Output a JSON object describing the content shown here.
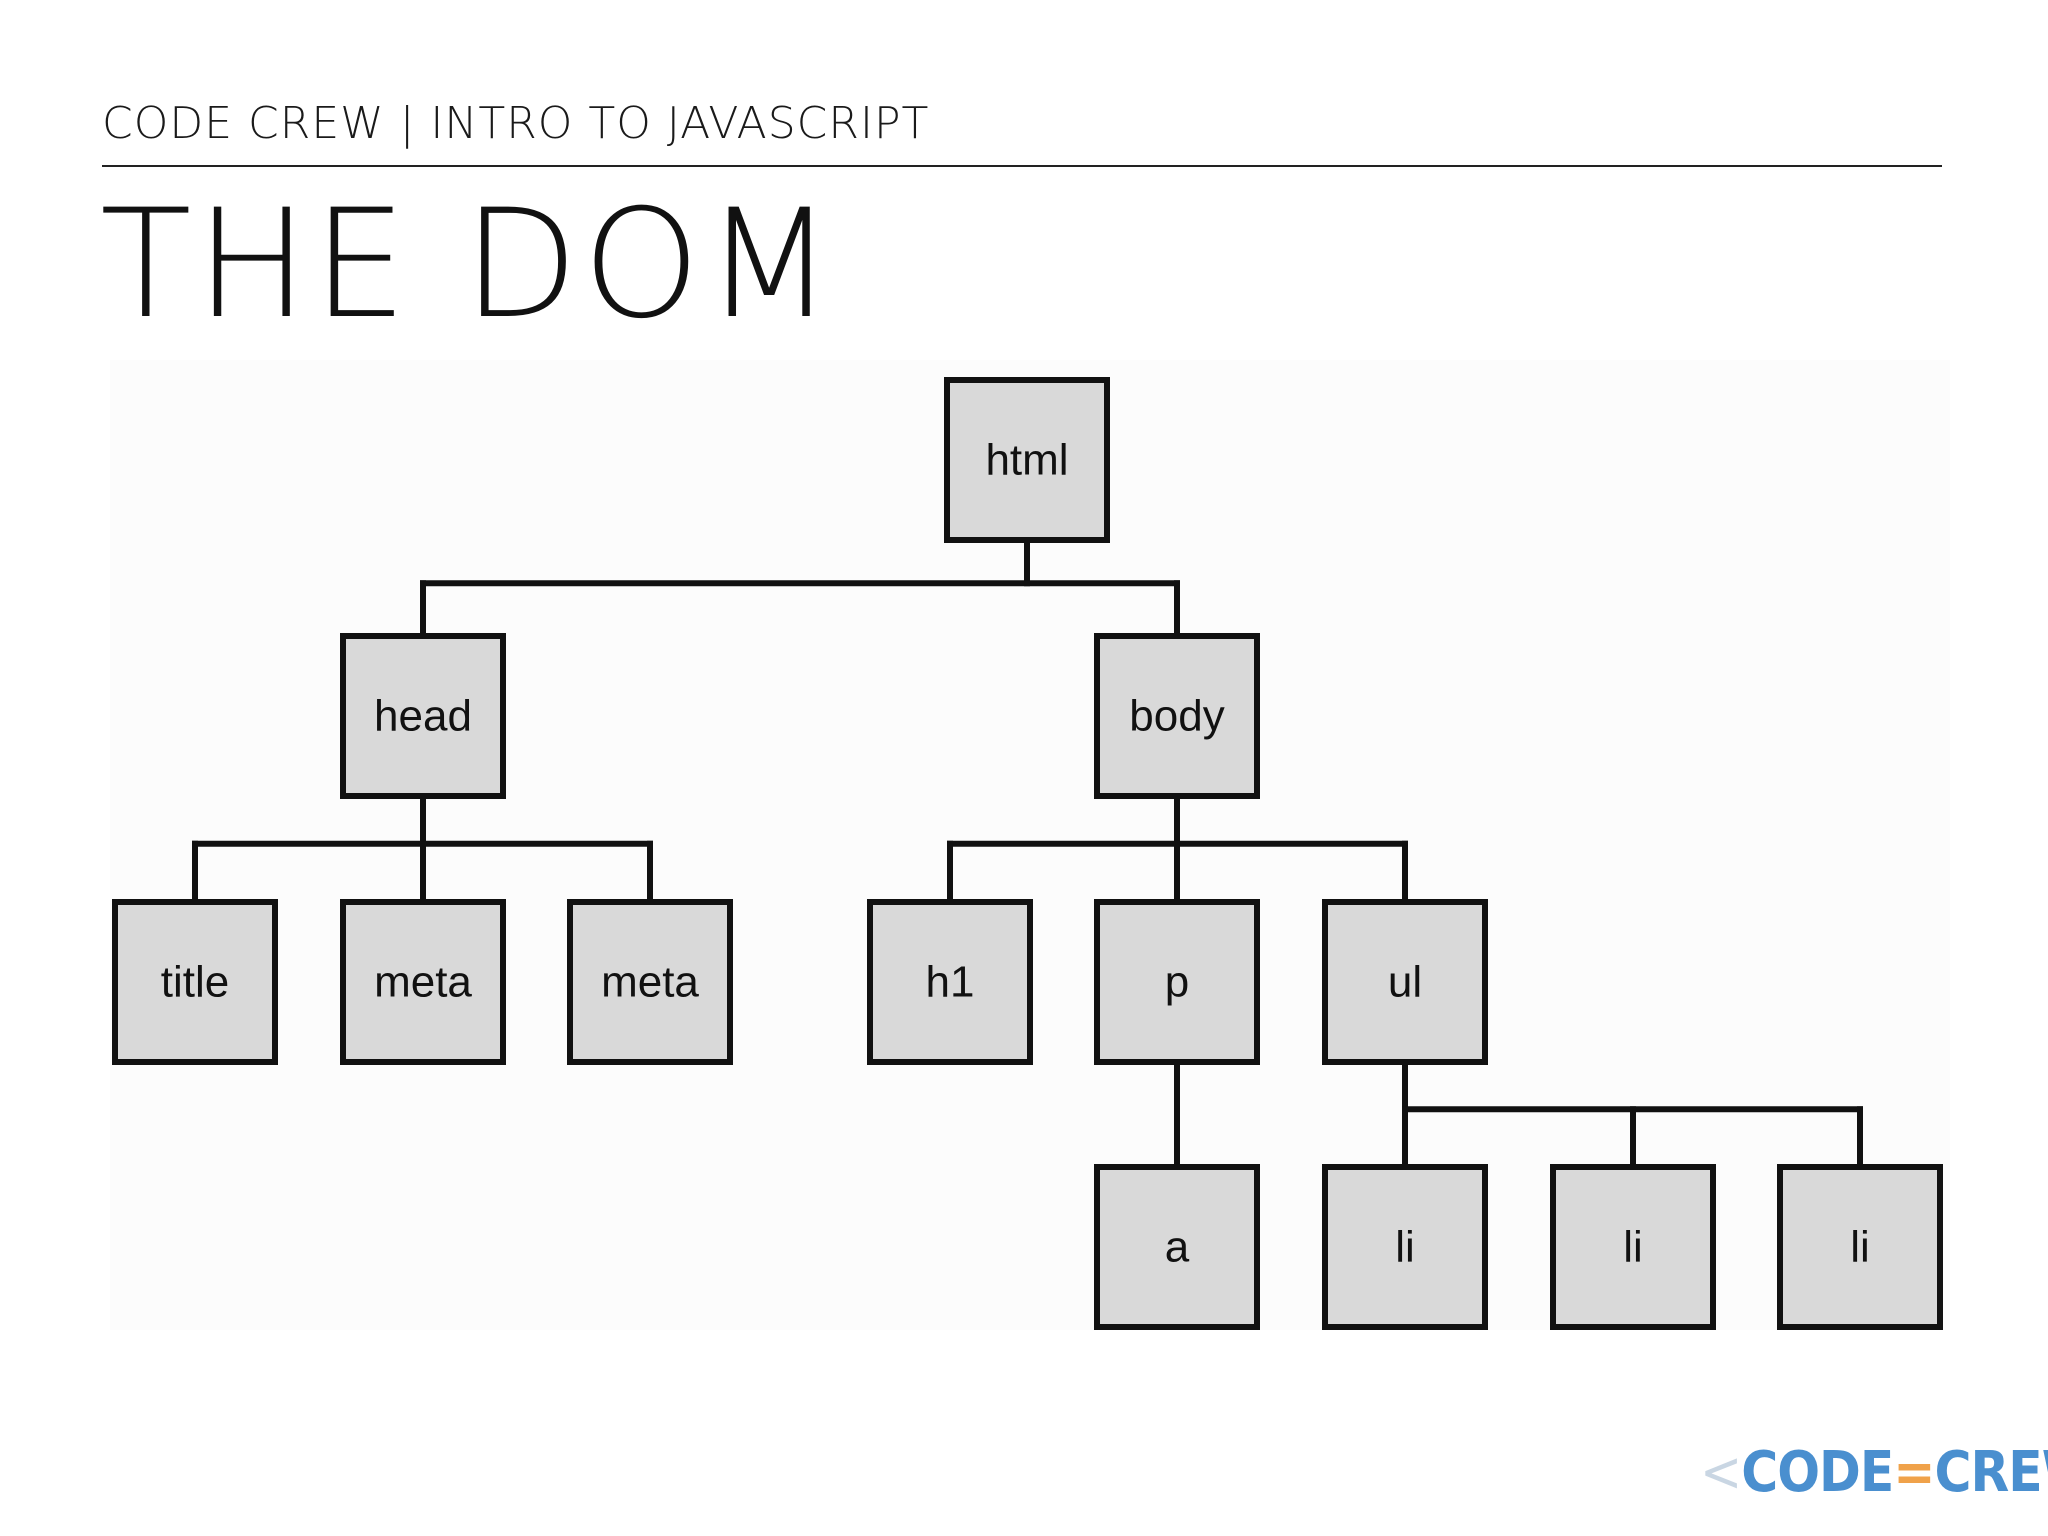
{
  "header": {
    "course_title": "CODE CREW | INTRO TO JAVASCRIPT"
  },
  "slide": {
    "title": "THE DOM"
  },
  "diagram": {
    "root": "html",
    "nodes": [
      {
        "id": "html",
        "label": "html",
        "parent": null
      },
      {
        "id": "head",
        "label": "head",
        "parent": "html"
      },
      {
        "id": "body",
        "label": "body",
        "parent": "html"
      },
      {
        "id": "title",
        "label": "title",
        "parent": "head"
      },
      {
        "id": "meta1",
        "label": "meta",
        "parent": "head"
      },
      {
        "id": "meta2",
        "label": "meta",
        "parent": "head"
      },
      {
        "id": "h1",
        "label": "h1",
        "parent": "body"
      },
      {
        "id": "p",
        "label": "p",
        "parent": "body"
      },
      {
        "id": "ul",
        "label": "ul",
        "parent": "body"
      },
      {
        "id": "a",
        "label": "a",
        "parent": "p"
      },
      {
        "id": "li1",
        "label": "li",
        "parent": "ul"
      },
      {
        "id": "li2",
        "label": "li",
        "parent": "ul"
      },
      {
        "id": "li3",
        "label": "li",
        "parent": "ul"
      }
    ],
    "colors": {
      "node_fill": "#d9d9d9",
      "node_stroke": "#111111",
      "background": "#fcfcfc"
    }
  },
  "logo": {
    "left_bracket": "<",
    "word1": "CODE",
    "equals": "=",
    "word2": "CREW",
    "right_bracket": ">",
    "colors": {
      "word": "#4a8fcf",
      "equals": "#f0a24a",
      "bracket": "#c9d6e3"
    }
  }
}
